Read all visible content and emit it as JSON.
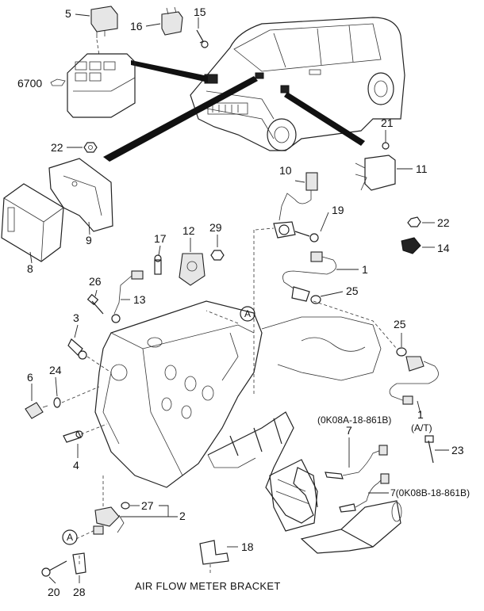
{
  "labels": {
    "p5": "5",
    "p16": "16",
    "p15": "15",
    "p6700": "6700",
    "p22a": "22",
    "p8": "8",
    "p9": "9",
    "p21": "21",
    "p11": "11",
    "p10": "10",
    "p19": "19",
    "p22b": "22",
    "p14": "14",
    "p17": "17",
    "p12": "12",
    "p29": "29",
    "p1": "1",
    "p26": "26",
    "p13": "13",
    "p25a": "25",
    "p3": "3",
    "p25b": "25",
    "p6": "6",
    "p24": "24",
    "p1at": "1",
    "p1at_note": "(A/T)",
    "p4": "4",
    "p23": "23",
    "p7a": "7",
    "p7a_code": "(0K08A-18-861B)",
    "p7b": "7(0K08B-18-861B)",
    "p27": "27",
    "p2": "2",
    "p18": "18",
    "p20": "20",
    "p28": "28",
    "marker_a1": "A",
    "marker_a2": "A"
  },
  "caption": "AIR FLOW METER BRACKET"
}
